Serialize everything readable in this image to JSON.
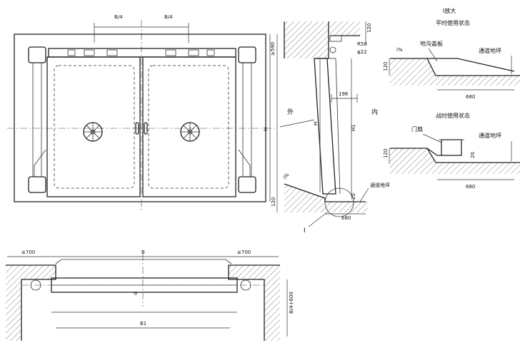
{
  "front_view": {
    "dim_quarter_left": "B/4",
    "dim_quarter_right": "B/4",
    "dim_height": "H"
  },
  "section_view": {
    "dim_top_120": "120",
    "dim_r50": "R50",
    "dim_phi22": "φ22",
    "dim_gte_590": "≥590",
    "dim_196": "196",
    "dim_h": "H",
    "dim_h1": "H1",
    "label_outside": "外",
    "label_inside": "内",
    "dim_bottom_120": "120",
    "dim_20": "20",
    "dim_680": "680",
    "slope_left": "i%",
    "label_floor": "通道地坪",
    "label_detail": "I"
  },
  "detail": {
    "title": "I放大",
    "peacetime_title": "平时使用状态",
    "label_trench_cover": "地沟盖板",
    "label_floor_1": "通道地坪",
    "slope_1": "i%",
    "dim_120_1": "120",
    "dim_680_1": "680",
    "wartime_title": "战时使用状态",
    "label_door_leaf": "门扇",
    "label_floor_2": "通道地坪",
    "dim_120_2": "120",
    "dim_20_2": "20",
    "dim_680_2": "680"
  },
  "plan_view": {
    "dim_left_700": "≥700",
    "dim_b": "B",
    "dim_right_700": "≥700",
    "dim_d": "d",
    "dim_b1": "B1",
    "dim_side": "B/4+600"
  }
}
